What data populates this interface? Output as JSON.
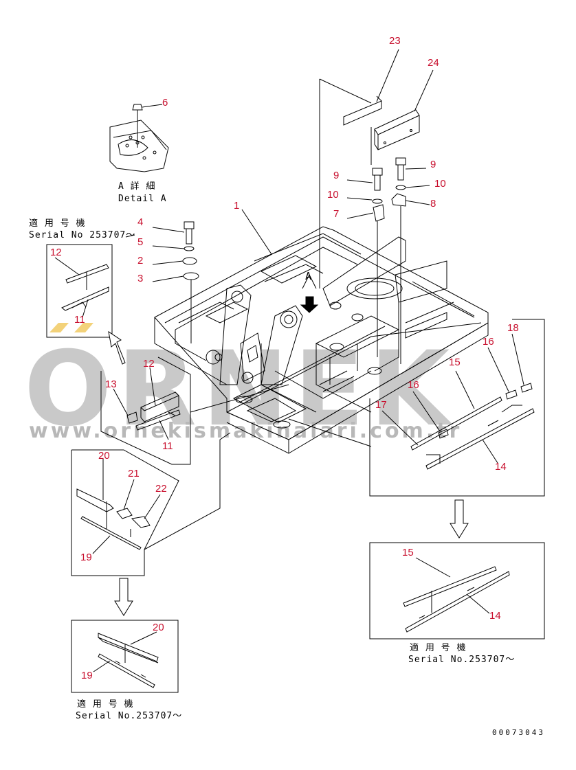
{
  "watermark": {
    "brand": "ORNEK",
    "url": "www.ornekismakinalari.com.tr"
  },
  "drawing_code": "00073043",
  "notes": {
    "detail_a_jp": "A 詳 細",
    "detail_a_en": "Detail A",
    "serial_top_jp": "適 用 号 機",
    "serial_top_en": "Serial No 253707～",
    "serial_right_jp": "適 用 号 機",
    "serial_right_en": "Serial No.253707～",
    "serial_bottom_jp": "適 用 号 機",
    "serial_bottom_en": "Serial No.253707～",
    "view_letter": "A"
  },
  "part_labels": {
    "p1": "1",
    "p2": "2",
    "p3": "3",
    "p4": "4",
    "p5": "5",
    "p6": "6",
    "p7": "7",
    "p8": "8",
    "p9a": "9",
    "p9b": "9",
    "p10a": "10",
    "p10b": "10",
    "p11a": "11",
    "p11b": "11",
    "p12a": "12",
    "p12b": "12",
    "p13": "13",
    "p14a": "14",
    "p14b": "14",
    "p15a": "15",
    "p15b": "15",
    "p16a": "16",
    "p16b": "16",
    "p17": "17",
    "p18": "18",
    "p19a": "19",
    "p19b": "19",
    "p20a": "20",
    "p20b": "20",
    "p21": "21",
    "p22": "22",
    "p23": "23",
    "p24": "24"
  },
  "colors": {
    "label": "#c8102e",
    "line": "#000000",
    "watermark": "#c9c9c9",
    "accent_yellow": "#f3d27a"
  }
}
